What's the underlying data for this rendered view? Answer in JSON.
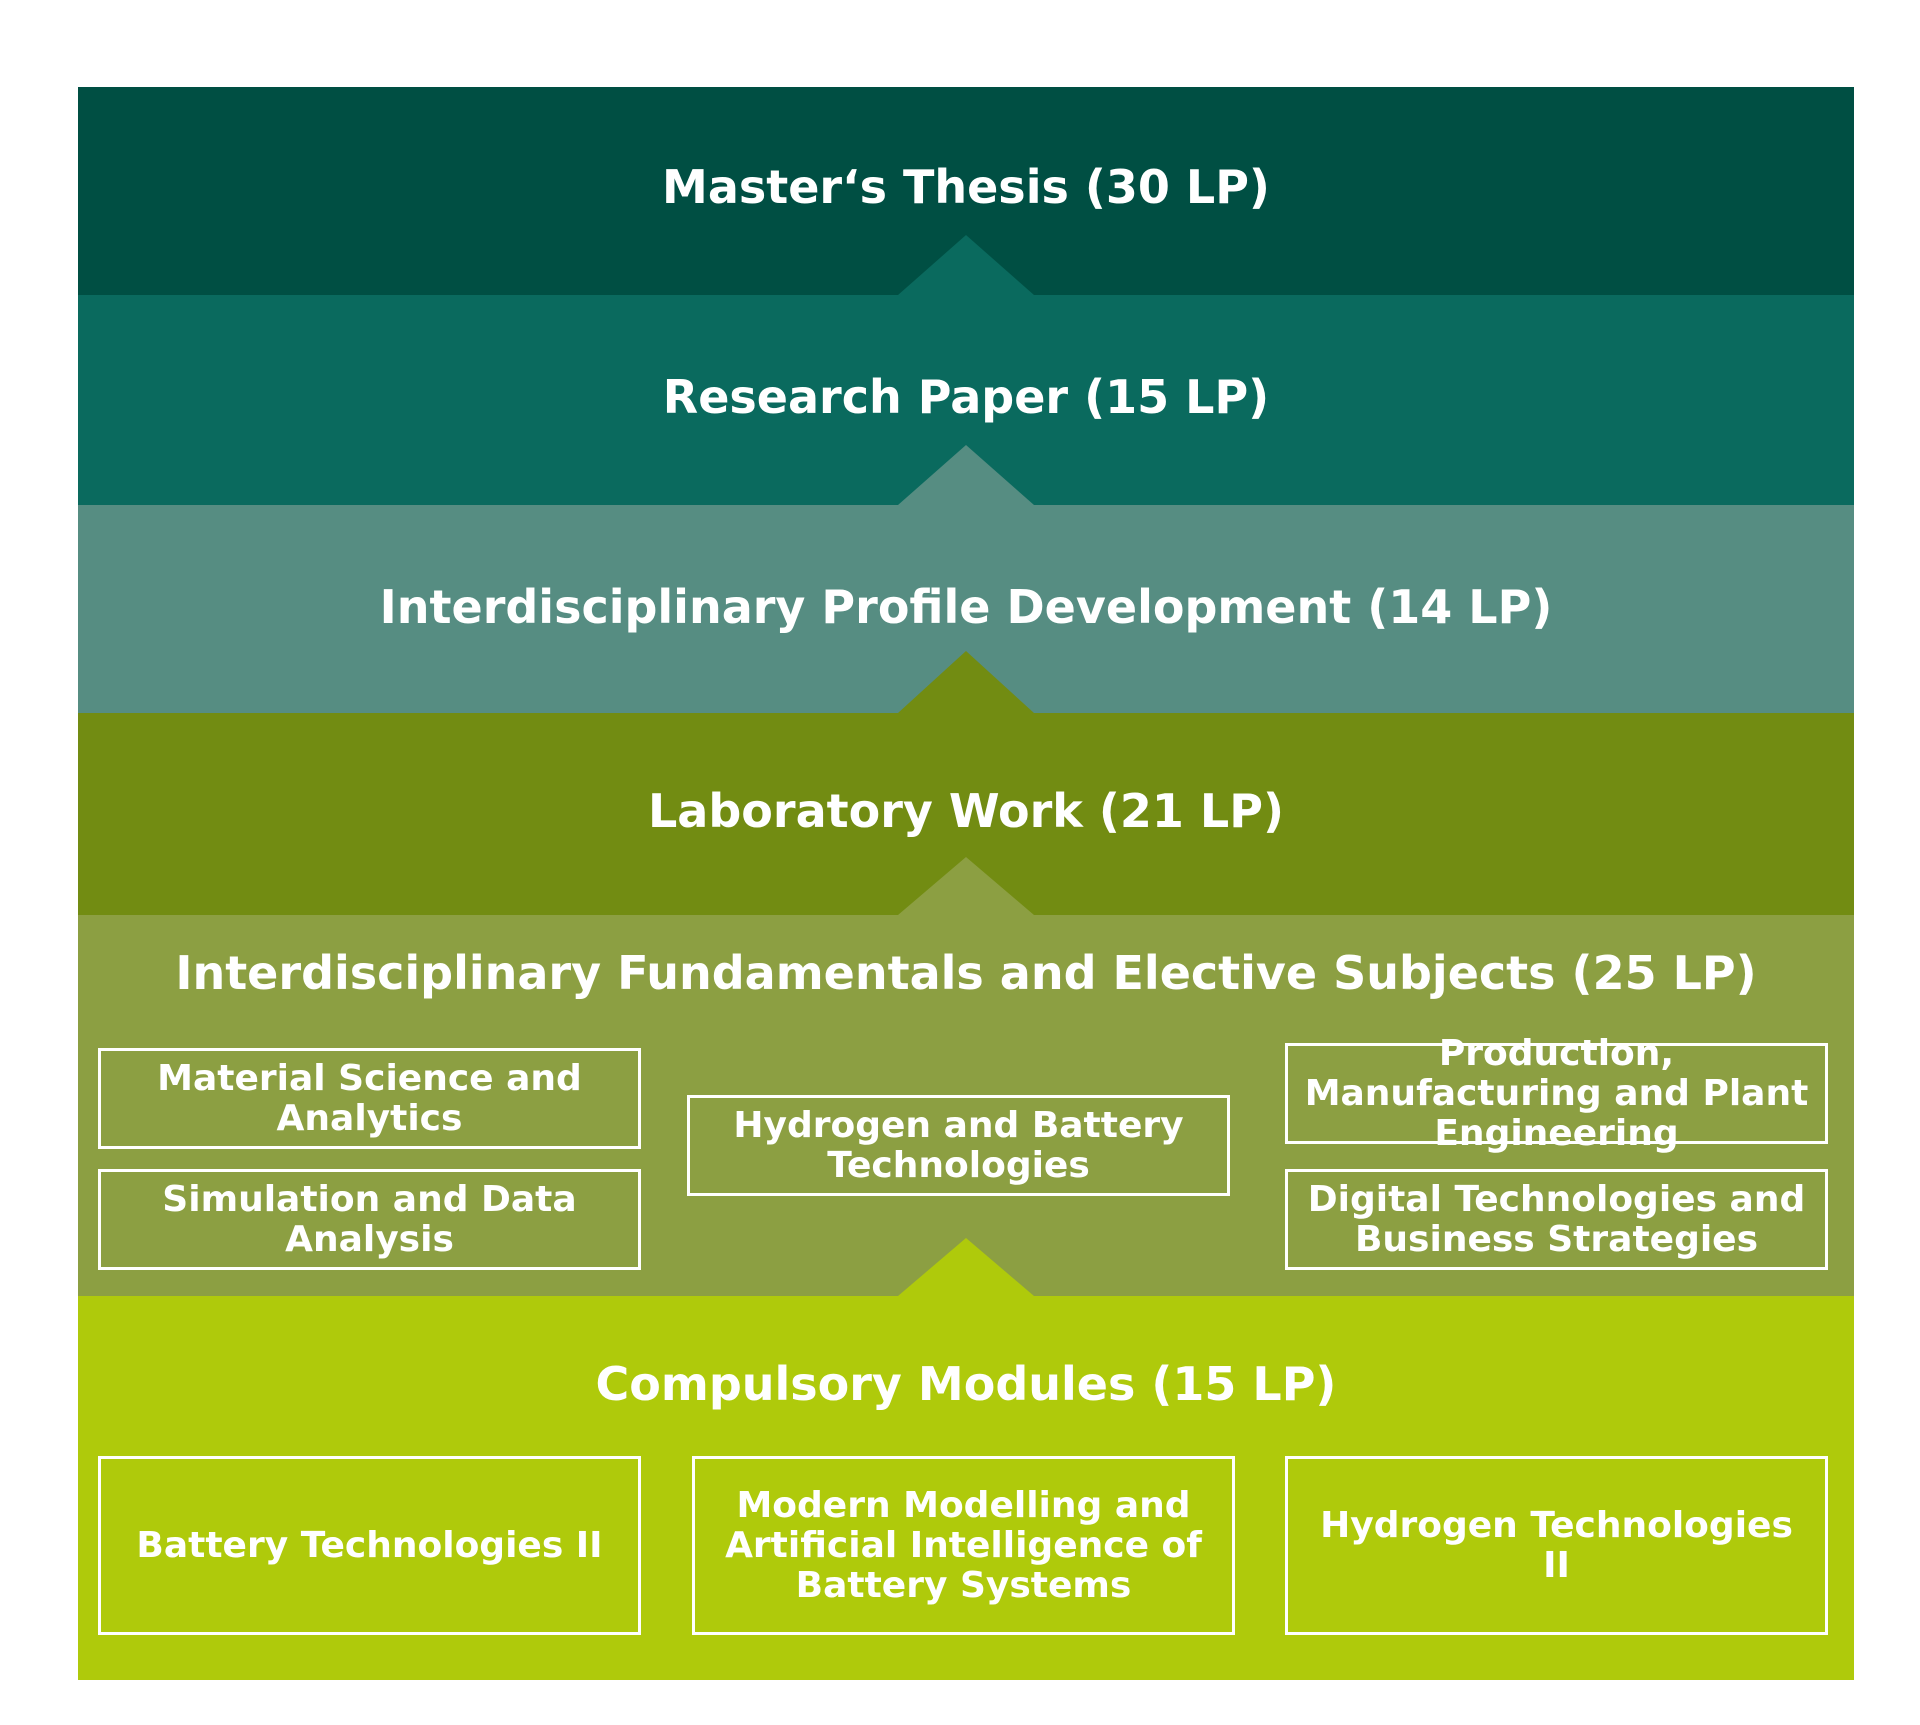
{
  "layers": {
    "thesis": {
      "title": "Master‘s Thesis (30 LP)",
      "color": "#004f43"
    },
    "research": {
      "title": "Research Paper (15 LP)",
      "color": "#0a6a5e"
    },
    "profile": {
      "title": "Interdisciplinary Profile Development (14 LP)",
      "color": "#568d82"
    },
    "lab": {
      "title": "Laboratory Work (21 LP)",
      "color": "#728c12"
    },
    "fundamentals": {
      "title": "Interdisciplinary Fundamentals and Elective Subjects (25 LP)",
      "color": "#8c9f42",
      "boxes": [
        "Material Science and Analytics",
        "Simulation and Data Analysis",
        "Hydrogen and Battery Technologies",
        "Production, Manufacturing and Plant Engineering",
        "Digital Technologies and Business Strategies"
      ]
    },
    "compulsory": {
      "title": "Compulsory Modules (15 LP)",
      "color": "#afca0b",
      "boxes": [
        "Battery Technologies II",
        "Modern Modelling and Artificial Intelligence of Battery Systems",
        "Hydrogen Technologies II"
      ]
    }
  }
}
